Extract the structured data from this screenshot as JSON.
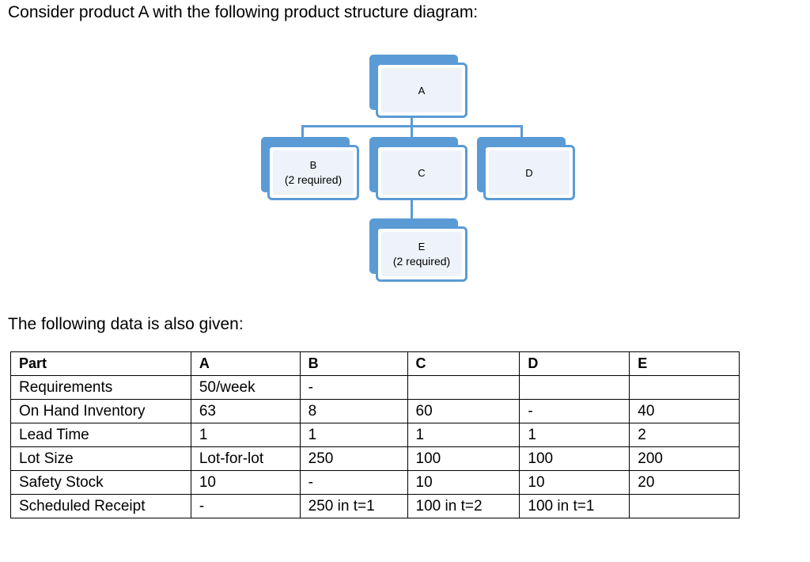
{
  "intro_text": "Consider product A with the following product structure diagram:",
  "given_text": "The following data is also given:",
  "diagram": {
    "node_a": {
      "name": "A",
      "qty": ""
    },
    "node_b": {
      "name": "B",
      "qty": "(2 required)"
    },
    "node_c": {
      "name": "C",
      "qty": ""
    },
    "node_d": {
      "name": "D",
      "qty": ""
    },
    "node_e": {
      "name": "E",
      "qty": "(2 required)"
    },
    "accent_color": "#5b9bd5"
  },
  "table": {
    "headers": [
      "Part",
      "A",
      "B",
      "C",
      "D",
      "E"
    ],
    "rows": [
      [
        "Requirements",
        "50/week",
        "-",
        "",
        "",
        ""
      ],
      [
        "On Hand Inventory",
        "63",
        "8",
        "60",
        "-",
        "40"
      ],
      [
        "Lead Time",
        "1",
        "1",
        "1",
        "1",
        "2"
      ],
      [
        "Lot Size",
        "Lot-for-lot",
        "250",
        "100",
        "100",
        "200"
      ],
      [
        "Safety Stock",
        "10",
        "-",
        "10",
        "10",
        "20"
      ],
      [
        "Scheduled Receipt",
        "-",
        "250 in t=1",
        "100 in t=2",
        "100 in t=1",
        ""
      ]
    ]
  }
}
